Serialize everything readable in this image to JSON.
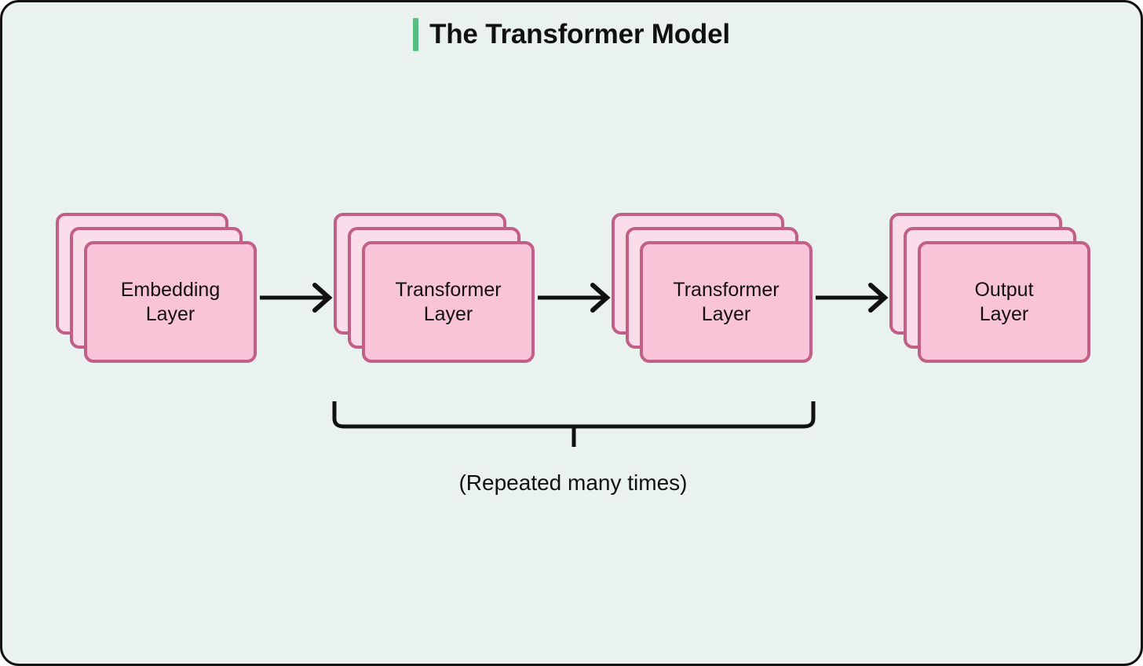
{
  "title": {
    "text": "The Transformer Model",
    "accent_color": "#57bb82"
  },
  "canvas": {
    "background_color": "#eaf2ef",
    "border_color": "#111111"
  },
  "palette": {
    "card_front_fill": "#f9c3d8",
    "card_back_fill": "#fbdde9",
    "card_border": "#c25f86",
    "arrow_color": "#111111",
    "text_color": "#111111"
  },
  "diagram": {
    "type": "pipeline",
    "stacks": [
      {
        "id": "embedding",
        "label": "Embedding\nLayer",
        "cards": 3
      },
      {
        "id": "transformer-1",
        "label": "Transformer\nLayer",
        "cards": 3
      },
      {
        "id": "transformer-2",
        "label": "Transformer\nLayer",
        "cards": 3
      },
      {
        "id": "output",
        "label": "Output\nLayer",
        "cards": 3
      }
    ],
    "arrows": [
      {
        "from": "embedding",
        "to": "transformer-1"
      },
      {
        "from": "transformer-1",
        "to": "transformer-2"
      },
      {
        "from": "transformer-2",
        "to": "output"
      }
    ],
    "annotation": {
      "caption": "(Repeated many times)",
      "spans": [
        "transformer-1",
        "transformer-2"
      ]
    }
  }
}
